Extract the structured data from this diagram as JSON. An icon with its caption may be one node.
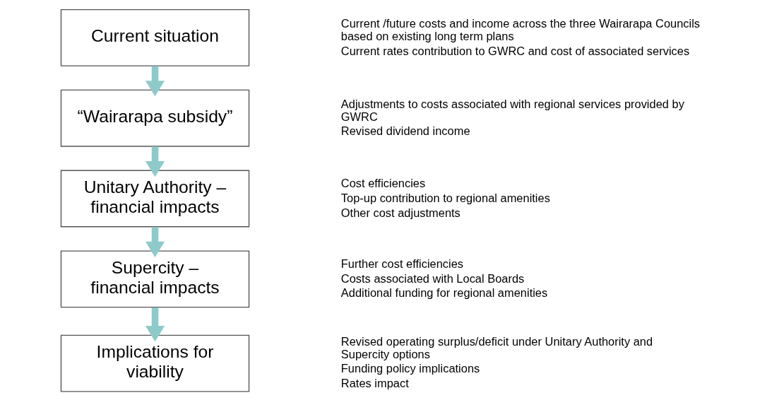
{
  "diagram": {
    "nodes": [
      {
        "text": [
          "Current situation"
        ],
        "beside": [
          "Current /future costs and income across the three Wairarapa Councils based on existing long term plans",
          "Current rates contribution to GWRC and cost of associated services"
        ]
      },
      {
        "text": [
          "“Wairarapa subsidy”"
        ],
        "beside": [
          "Adjustments to costs associated with regional services provided by GWRC",
          "Revised dividend income"
        ]
      },
      {
        "text": [
          "Unitary Authority – financial impacts"
        ],
        "beside": [
          "Cost efficiencies",
          "Top-up contribution to regional amenities",
          "Other cost adjustments"
        ]
      },
      {
        "text": [
          "Supercity – financial impacts"
        ],
        "beside": [
          "Further cost efficiencies",
          "Costs associated with Local Boards",
          "Additional funding for regional amenities"
        ]
      },
      {
        "text": [
          "Implications for viability"
        ],
        "beside": [
          "Revised operating surplus/deficit under Unitary Authority and Supercity options",
          "Funding policy implications",
          "Rates impact"
        ]
      }
    ],
    "edges": [
      {
        "from": 0,
        "to": 1,
        "arrow": "to"
      },
      {
        "from": 1,
        "to": 2,
        "arrow": "to"
      },
      {
        "from": 2,
        "to": 3,
        "arrow": "to"
      },
      {
        "from": 3,
        "to": 4,
        "arrow": "to"
      }
    ]
  }
}
